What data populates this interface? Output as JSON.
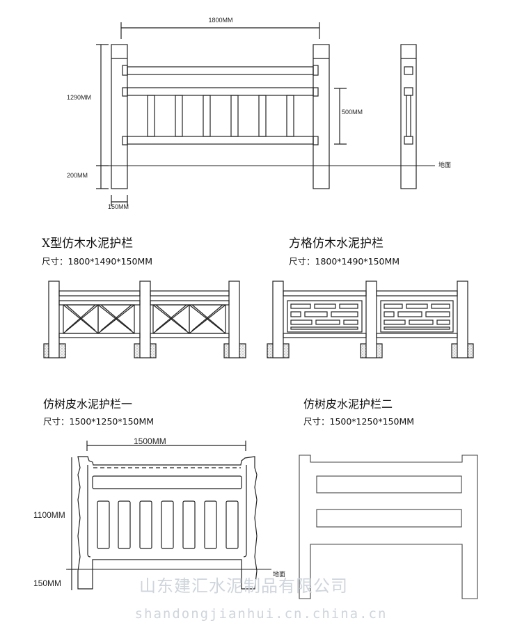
{
  "top_drawing": {
    "width_label": "1800MM",
    "height_label": "1290MM",
    "below_ground_label": "200MM",
    "post_width_label": "150MM",
    "panel_height_label": "500MM",
    "ground_label": "地面"
  },
  "x_type": {
    "title": "X型仿木水泥护栏",
    "spec": "尺寸：1800*1490*150MM"
  },
  "square_grid": {
    "title": "方格仿木水泥护栏",
    "spec": "尺寸：1800*1490*150MM"
  },
  "bark_one": {
    "title": "仿树皮水泥护栏一",
    "spec": "尺寸：1500*1250*150MM",
    "width_label": "1500MM",
    "height_label": "1100MM",
    "below_ground_label": "150MM",
    "ground_label": "地面"
  },
  "bark_two": {
    "title": "仿树皮水泥护栏二",
    "spec": "尺寸：1500*1250*150MM"
  },
  "watermark": {
    "company": "山东建汇水泥制品有限公司",
    "url": "shandongjianhui.cn.china.cn"
  }
}
